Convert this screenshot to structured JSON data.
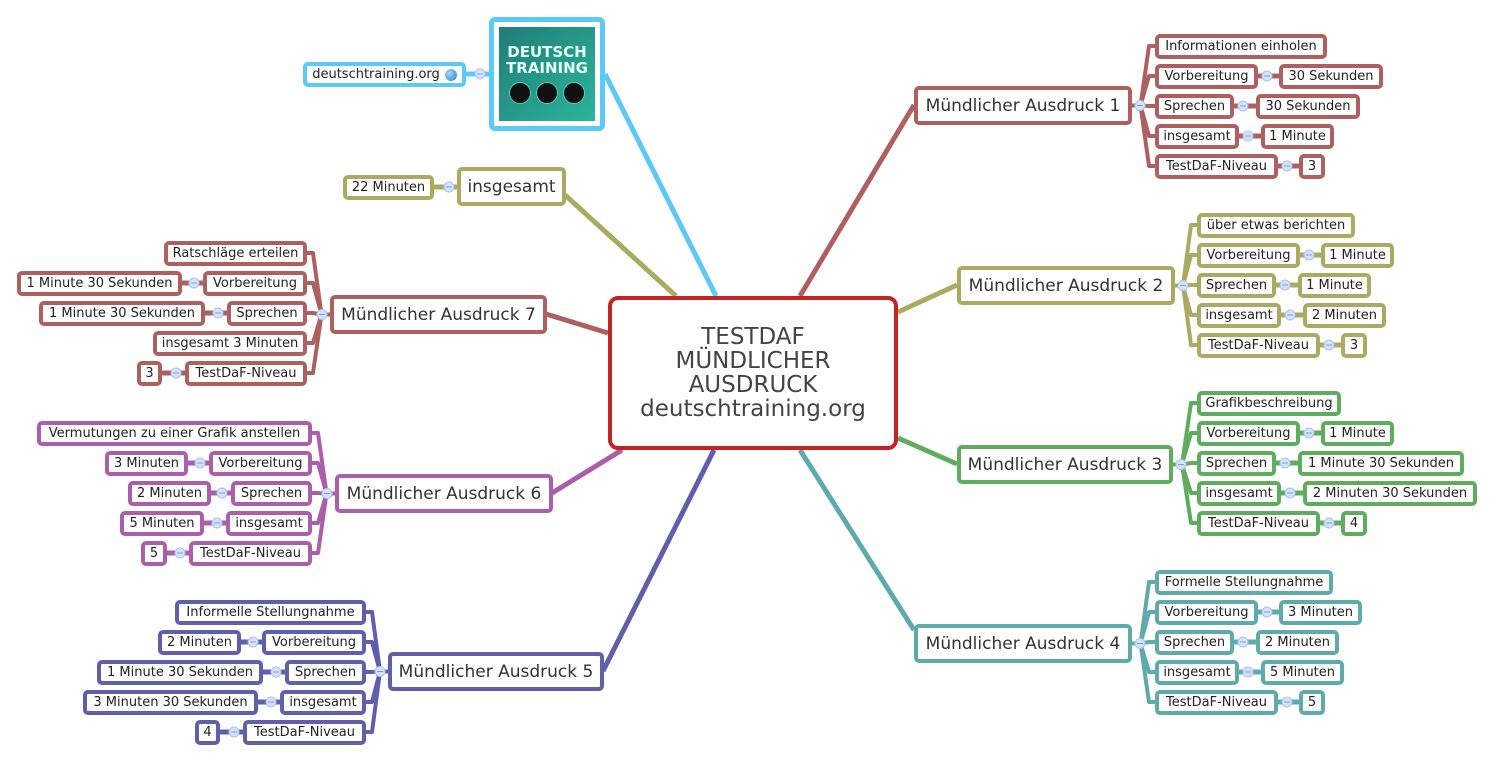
{
  "center": {
    "lines": [
      "TESTDAF",
      "MÜNDLICHER",
      "AUSDRUCK",
      "deutschtraining.org"
    ],
    "border_color": "#c42323"
  },
  "logo": {
    "text": "DEUTSCH TRAINING",
    "link_label": "deutschtraining.org",
    "link_icon": "globe-icon",
    "color": "#5ccaf7"
  },
  "total": {
    "label": "insgesamt",
    "value": "22 Minuten",
    "color": "#aaaa60"
  },
  "branches": [
    {
      "label": "Mündlicher Ausdruck 1",
      "color": "#ae6060",
      "children": [
        {
          "label": "Informationen einholen"
        },
        {
          "label": "Vorbereitung",
          "value": "30 Sekunden"
        },
        {
          "label": "Sprechen",
          "value": "30 Sekunden"
        },
        {
          "label": "insgesamt",
          "value": "1 Minute"
        },
        {
          "label": "TestDaF-Niveau",
          "value": "3"
        }
      ]
    },
    {
      "label": "Mündlicher Ausdruck 2",
      "color": "#aaaa60",
      "children": [
        {
          "label": "über etwas berichten"
        },
        {
          "label": "Vorbereitung",
          "value": "1 Minute"
        },
        {
          "label": "Sprechen",
          "value": "1 Minute"
        },
        {
          "label": "insgesamt",
          "value": "2 Minuten"
        },
        {
          "label": "TestDaF-Niveau",
          "value": "3"
        }
      ]
    },
    {
      "label": "Mündlicher Ausdruck 3",
      "color": "#5fac5f",
      "children": [
        {
          "label": "Grafikbeschreibung"
        },
        {
          "label": "Vorbereitung",
          "value": "1 Minute"
        },
        {
          "label": "Sprechen",
          "value": "1 Minute 30 Sekunden"
        },
        {
          "label": "insgesamt",
          "value": "2 Minuten 30 Sekunden"
        },
        {
          "label": "TestDaF-Niveau",
          "value": "4"
        }
      ]
    },
    {
      "label": "Mündlicher Ausdruck 4",
      "color": "#5fabab",
      "children": [
        {
          "label": "Formelle Stellungnahme"
        },
        {
          "label": "Vorbereitung",
          "value": "3 Minuten"
        },
        {
          "label": "Sprechen",
          "value": "2 Minuten"
        },
        {
          "label": "insgesamt",
          "value": "5 Minuten"
        },
        {
          "label": "TestDaF-Niveau",
          "value": "5"
        }
      ]
    },
    {
      "label": "Mündlicher Ausdruck 5",
      "color": "#5f5fab",
      "children": [
        {
          "label": "Informelle Stellungnahme"
        },
        {
          "label": "Vorbereitung",
          "value": "2 Minuten"
        },
        {
          "label": "Sprechen",
          "value": "1 Minute 30 Sekunden"
        },
        {
          "label": "insgesamt",
          "value": "3 Minuten 30 Sekunden"
        },
        {
          "label": "TestDaF-Niveau",
          "value": "4"
        }
      ]
    },
    {
      "label": "Mündlicher Ausdruck 6",
      "color": "#ab5fab",
      "children": [
        {
          "label": "Vermutungen zu einer Grafik anstellen"
        },
        {
          "label": "Vorbereitung",
          "value": "3 Minuten"
        },
        {
          "label": "Sprechen",
          "value": "2 Minuten"
        },
        {
          "label": "insgesamt",
          "value": "5 Minuten"
        },
        {
          "label": "TestDaF-Niveau",
          "value": "5"
        }
      ]
    },
    {
      "label": "Mündlicher Ausdruck 7",
      "color": "#ae6060",
      "children": [
        {
          "label": "Ratschläge erteilen"
        },
        {
          "label": "Vorbereitung",
          "value": "1 Minute 30 Sekunden"
        },
        {
          "label": "Sprechen",
          "value": "1 Minute 30 Sekunden"
        },
        {
          "label": "insgesamt 3 Minuten"
        },
        {
          "label": "TestDaF-Niveau",
          "value": "3"
        }
      ]
    }
  ]
}
